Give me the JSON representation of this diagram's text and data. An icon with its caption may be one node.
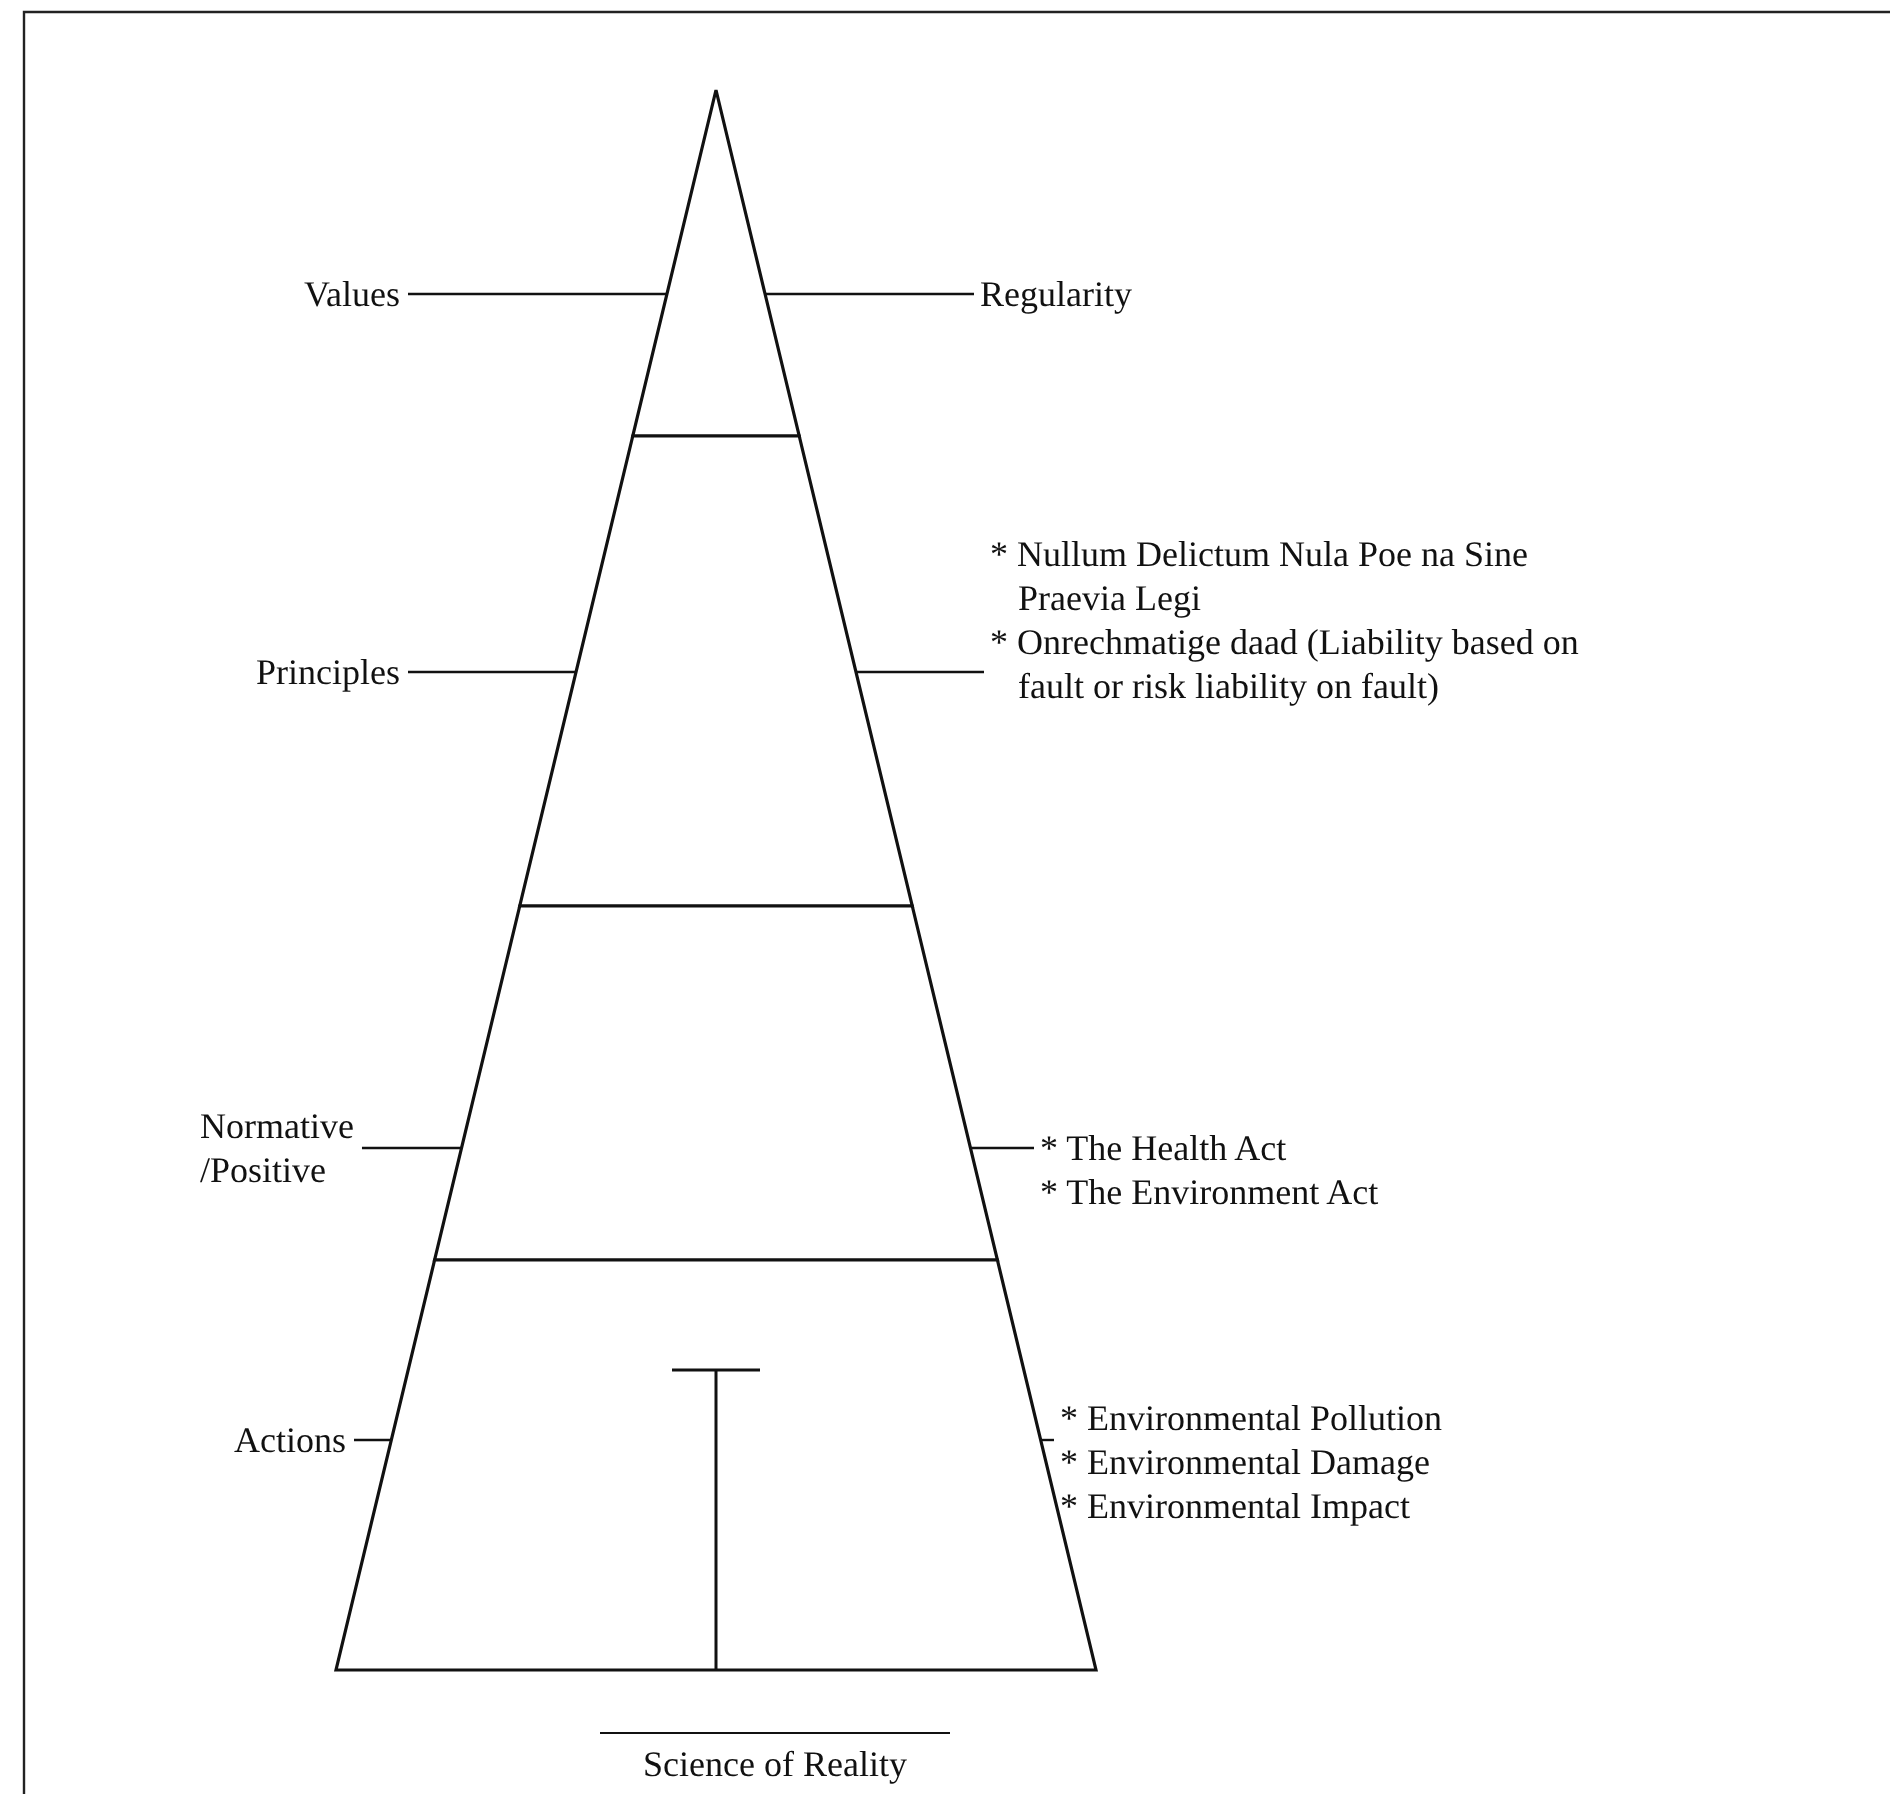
{
  "diagram": {
    "nodes": [
      {
        "text": [],
        "shape": "triangle"
      },
      {
        "text": [],
        "shape": "trapezoid"
      },
      {
        "text": [],
        "shape": "trapezoid"
      },
      {
        "text": [],
        "shape": "trapezoid"
      },
      {
        "text": [
          "Values"
        ]
      },
      {
        "text": [
          "Regularity"
        ]
      },
      {
        "text": [
          "Principles"
        ]
      },
      {
        "text": [
          "* Nullum Delictum Nula Poe na Sine Praevia Legi",
          "* Onrechmatige daad (Liability based on fault or risk liability on fault)"
        ]
      },
      {
        "text": [
          "Normative /Positive"
        ]
      },
      {
        "text": [
          "* The Health Act",
          "* The Environment Act"
        ]
      },
      {
        "text": [
          "Actions"
        ]
      },
      {
        "text": [
          "* Environmental Pollution",
          "* Environmental Damage",
          "* Environmental Impact"
        ]
      }
    ],
    "edges": [
      {
        "from": 4,
        "to": 0,
        "arrow": "none"
      },
      {
        "from": 5,
        "to": 0,
        "arrow": "none"
      },
      {
        "from": 6,
        "to": 1,
        "arrow": "none"
      },
      {
        "from": 7,
        "to": 1,
        "arrow": "none"
      },
      {
        "from": 8,
        "to": 2,
        "arrow": "none"
      },
      {
        "from": 9,
        "to": 2,
        "arrow": "none"
      },
      {
        "from": 10,
        "to": 3,
        "arrow": "none"
      },
      {
        "from": 11,
        "to": 3,
        "arrow": "none"
      }
    ],
    "labels": [
      "Science of Reality"
    ]
  }
}
